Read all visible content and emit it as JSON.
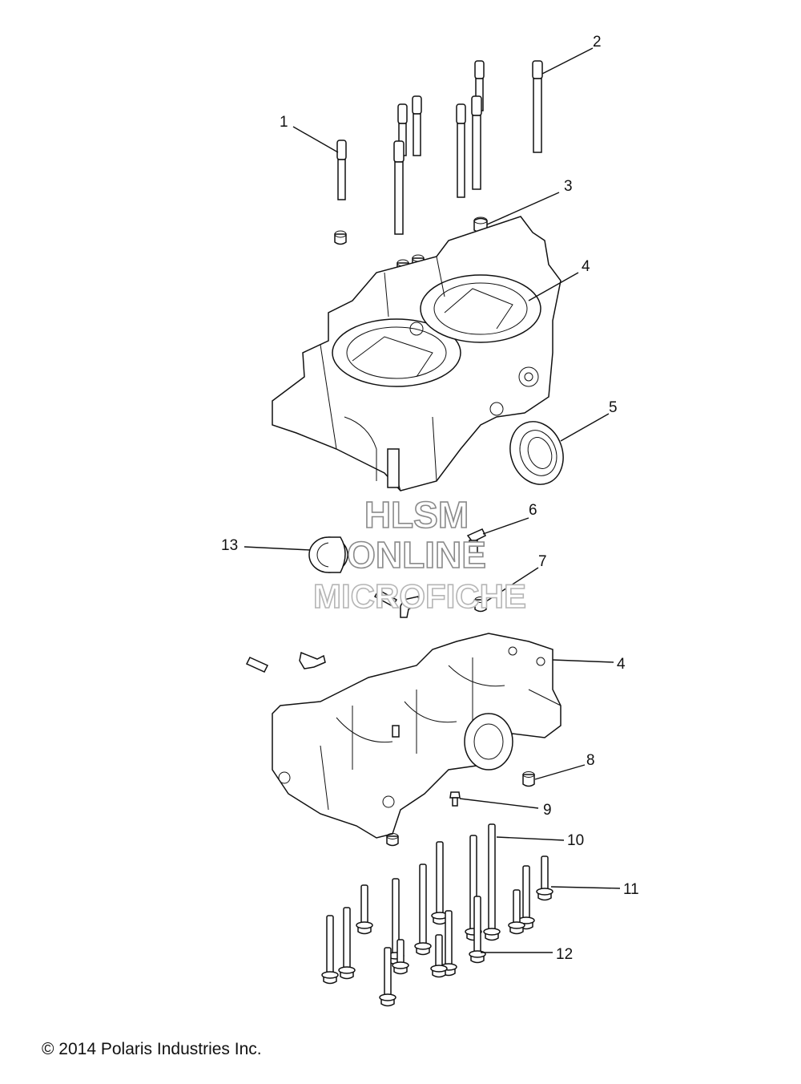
{
  "callouts": [
    "1",
    "2",
    "3",
    "4",
    "5",
    "6",
    "7",
    "4",
    "8",
    "9",
    "10",
    "11",
    "12",
    "13"
  ],
  "watermark": {
    "line1": "HLSM",
    "line2": "ONLINE",
    "line3": "MICROFICHE"
  },
  "copyright": "© 2014 Polaris Industries Inc.",
  "colors": {
    "line": "#111111",
    "background": "#ffffff",
    "watermark_stroke": "#8a8a8a"
  }
}
